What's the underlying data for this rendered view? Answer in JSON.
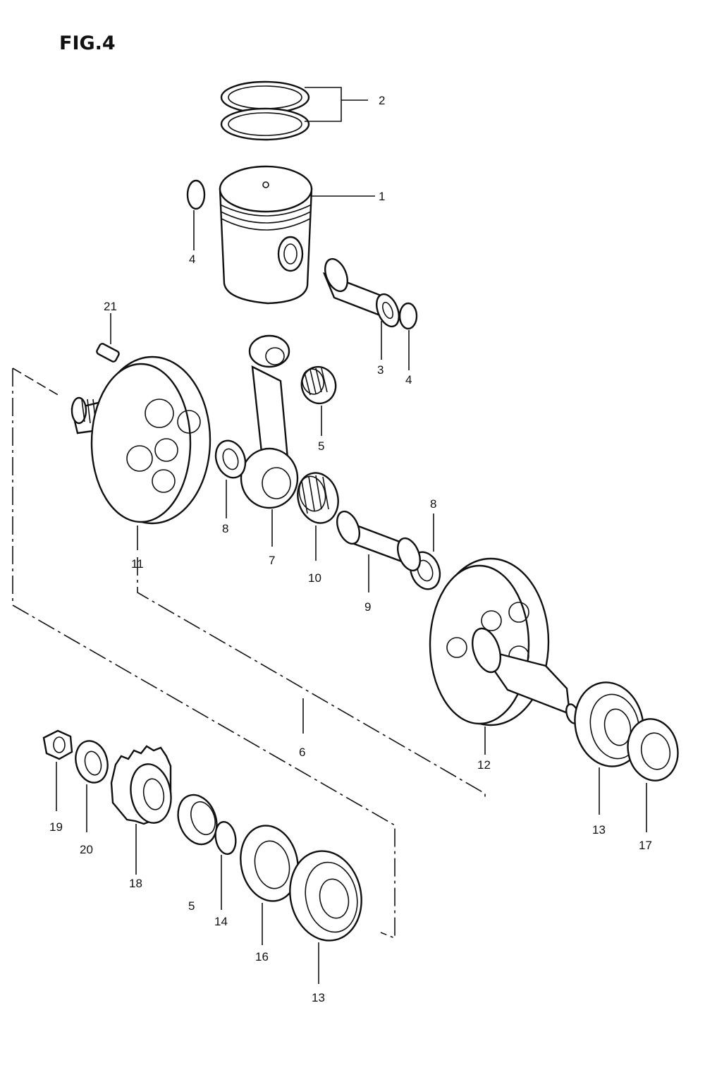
{
  "figure": {
    "title": "FIG.4"
  },
  "callouts": {
    "c1": "1",
    "c2": "2",
    "c3": "3",
    "c4a": "4",
    "c4b": "4",
    "c5a": "5",
    "c5b": "5",
    "c6": "6",
    "c7": "7",
    "c8a": "8",
    "c8b": "8",
    "c9": "9",
    "c10": "10",
    "c11": "11",
    "c12": "12",
    "c13a": "13",
    "c13b": "13",
    "c14": "14",
    "c16": "16",
    "c17": "17",
    "c18": "18",
    "c19": "19",
    "c20": "20",
    "c21": "21"
  }
}
